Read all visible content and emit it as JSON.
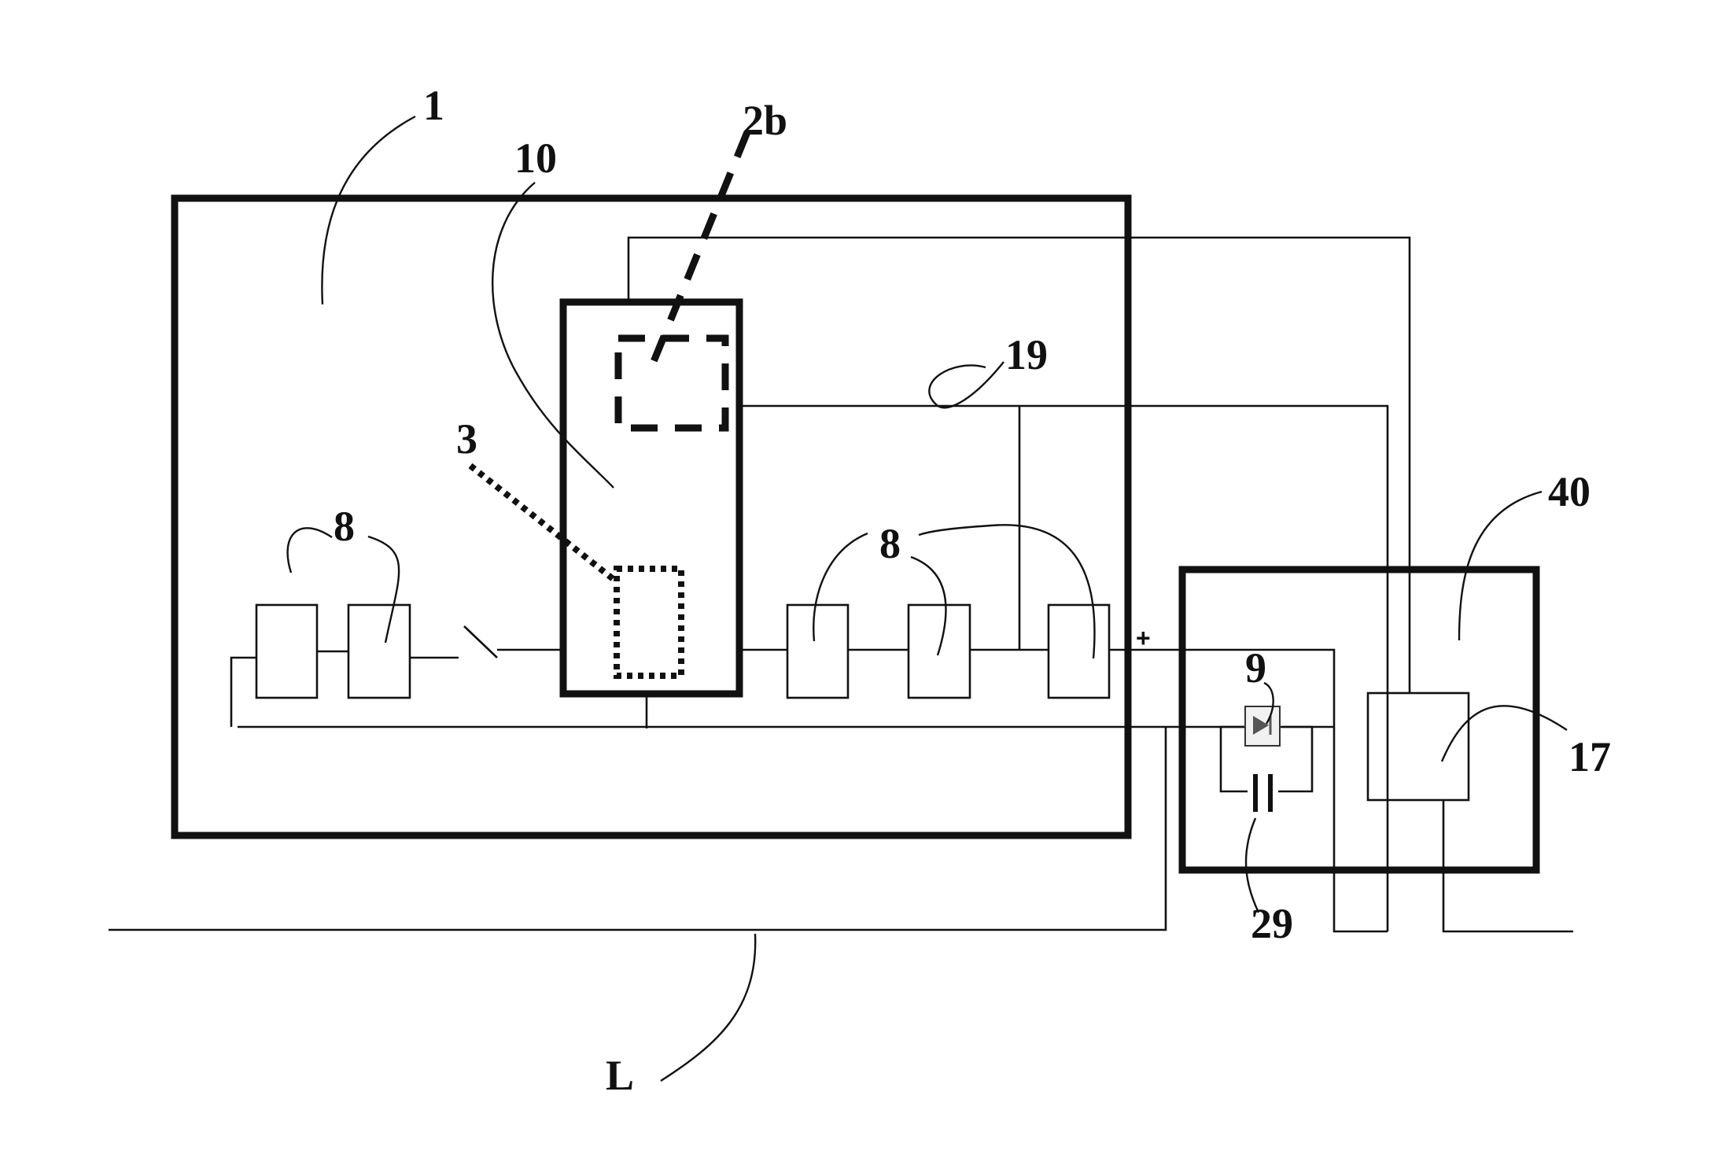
{
  "labels": {
    "l1": "1",
    "l10": "10",
    "l2b": "2b",
    "l3": "3",
    "l8a": "8",
    "l8b": "8",
    "l19": "19",
    "l40": "40",
    "l9": "9",
    "l17": "17",
    "l29": "29",
    "lL": "L",
    "plus": "+"
  }
}
